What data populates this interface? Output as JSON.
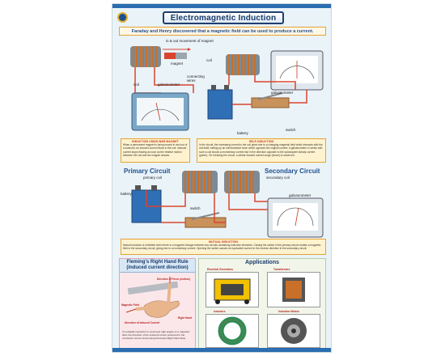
{
  "chart_title": "Electromagnetic Induction",
  "banner": "Faraday and Henry discovered that a magnetic field can be used to produce a current.",
  "top_labels": {
    "movement": "in & out movement of magnet",
    "magnet": "magnet",
    "coil_left": "coil",
    "galvanometer_left": "galvanometer",
    "connecting_wires": "connecting wires",
    "coil_right": "coil",
    "galvanometer_right": "galvanometer",
    "battery": "battery",
    "switch": "switch"
  },
  "notes": {
    "bar_magnet_title": "INDUCTION USING BAR MAGNET",
    "bar_magnet_text": "When a permanent magnet is being moved in and out of a solenoid, an induced current flows in the coil. Induced current stops flowing as soon as the relative motion between the coil and the magnet ceases.",
    "self_title": "SELF-INDUCTION",
    "self_text": "In the circuit, the increasing current in the coil gives rise to a changing magnetic field which interacts with the coil itself, setting up an electromotive force which opposes the original current. A galvanometer in series with such a coil shows a momentary current rise in the direction opposite to the subsequent steady current (green). On breaking the circuit, a similar forward current surge (brown) is observed.",
    "mutual_title": "MUTUAL INDUCTION",
    "mutual_text": "Mutual induction is exhibited when there is a magnetic linkage between two circuits containing inductive elements. Closing the switch in the primary circuit creates a magnetic field in the secondary circuit, giving rise to a momentary current. Opening the switch causes an equivalent current in the reverse direction in the secondary circuit."
  },
  "mid_labels": {
    "primary_circuit": "Primary Circuit",
    "secondary_circuit": "Secondary Circuit",
    "primary_coil": "primary coil",
    "secondary_coil": "secondary coil",
    "battery": "battery",
    "switch": "switch",
    "galvanometer": "galvanometer"
  },
  "fleming": {
    "title_line1": "Fleming's Right Hand Rule",
    "title_line2": "(induced current direction)",
    "force": "Direction of Force (motion)",
    "field": "Magnetic Field",
    "current": "Direction of Induced Current",
    "hand": "Right Hand",
    "note": "If a straight conductor is moving at right angles to a magnetic field, the direction of the induced current produced in the conductor can be found using Fleming's Right Hand Rule."
  },
  "applications": {
    "title": "Applications",
    "items": [
      "Electrical Generators",
      "Transformers",
      "Inductors",
      "Induction Motors"
    ]
  },
  "colors": {
    "title_blue": "#173a6b",
    "accent_orange": "#e6a233",
    "note_red": "#c43a1b",
    "coil_copper": "#c8702a",
    "wire_red": "#d9442f"
  }
}
